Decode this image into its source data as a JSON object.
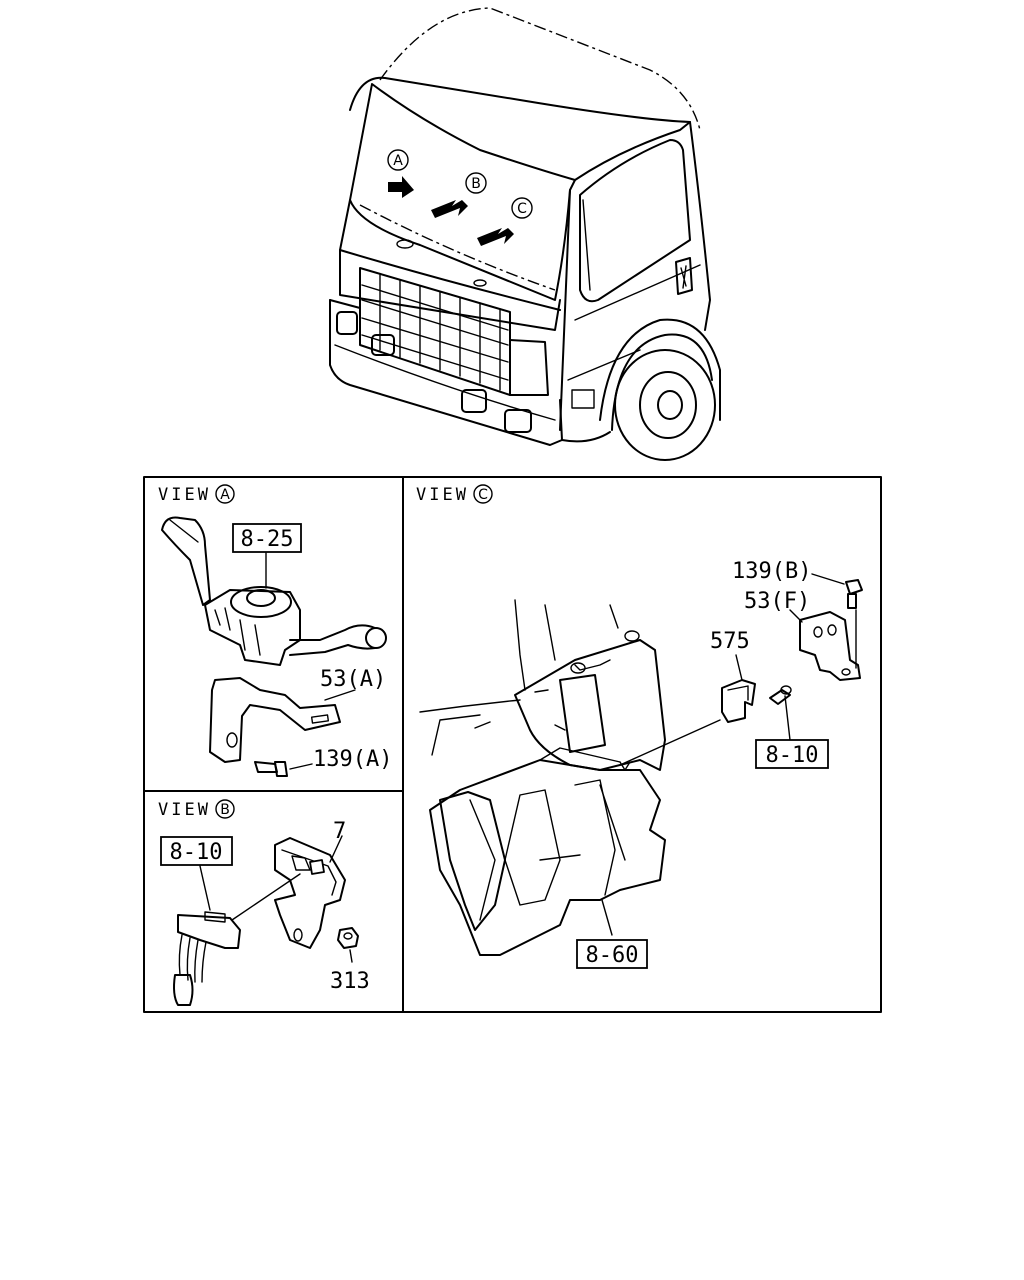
{
  "truck": {
    "markers": [
      "A",
      "B",
      "C"
    ]
  },
  "view_a": {
    "title": "VIEW",
    "marker": "A",
    "labels": {
      "ref_8_25": "8-25",
      "part_53a": "53(A)",
      "part_139a": "139(A)"
    }
  },
  "view_b": {
    "title": "VIEW",
    "marker": "B",
    "labels": {
      "ref_8_10": "8-10",
      "part_7": "7",
      "part_313": "313"
    }
  },
  "view_c": {
    "title": "VIEW",
    "marker": "C",
    "labels": {
      "part_139b": "139(B)",
      "part_53f": "53(F)",
      "part_575": "575",
      "ref_8_10": "8-10",
      "ref_8_60": "8-60"
    }
  }
}
